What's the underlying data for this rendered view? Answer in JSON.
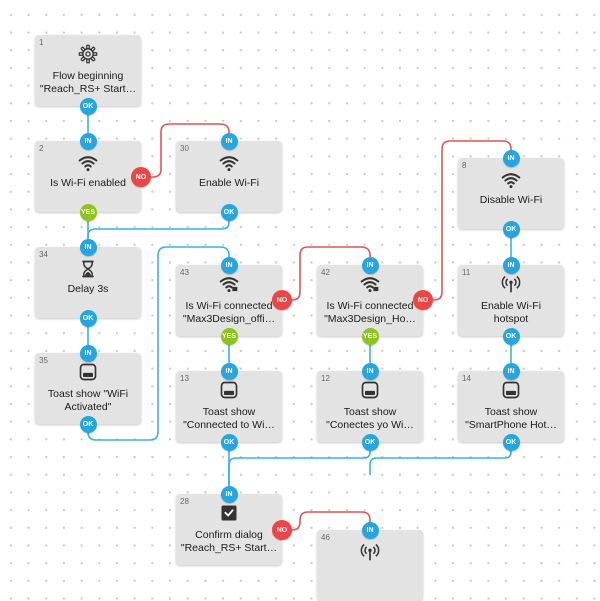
{
  "colors": {
    "port_blue": "#26a6df",
    "port_red": "#ef4444",
    "port_green": "#8cc51d",
    "wire_blue": "#36b3e6",
    "wire_red": "#e35454"
  },
  "nodes": [
    {
      "id": "n1",
      "num": "1",
      "icon": "gear-icon",
      "lines": [
        "Flow beginning",
        "\"Reach_RS+ Start…"
      ]
    },
    {
      "id": "n2",
      "num": "2",
      "icon": "wifi-icon",
      "lines": [
        "Is Wi-Fi enabled"
      ]
    },
    {
      "id": "n30",
      "num": "30",
      "icon": "wifi-icon",
      "lines": [
        "Enable Wi-Fi"
      ]
    },
    {
      "id": "n8",
      "num": "8",
      "icon": "wifi-icon",
      "lines": [
        "Disable Wi-Fi"
      ]
    },
    {
      "id": "n34",
      "num": "34",
      "icon": "hourglass-icon",
      "lines": [
        "Delay 3s"
      ]
    },
    {
      "id": "n43",
      "num": "43",
      "icon": "wifi-lock-icon",
      "lines": [
        "Is Wi-Fi connected",
        "\"Max3Design_offi…"
      ]
    },
    {
      "id": "n42",
      "num": "42",
      "icon": "wifi-lock-icon",
      "lines": [
        "Is Wi-Fi connected",
        "\"Max3Design_Ho…"
      ]
    },
    {
      "id": "n11",
      "num": "11",
      "icon": "hotspot-icon",
      "lines": [
        "Enable Wi-Fi",
        "hotspot"
      ]
    },
    {
      "id": "n35",
      "num": "35",
      "icon": "toast-icon",
      "lines": [
        "Toast show \"WiFi",
        "Activated\""
      ]
    },
    {
      "id": "n13",
      "num": "13",
      "icon": "toast-icon",
      "lines": [
        "Toast show",
        "\"Connected to Wi…"
      ]
    },
    {
      "id": "n12",
      "num": "12",
      "icon": "toast-icon",
      "lines": [
        "Toast show",
        "\"Conectes yo  Wi…"
      ]
    },
    {
      "id": "n14",
      "num": "14",
      "icon": "toast-icon",
      "lines": [
        "Toast show",
        "\"SmartPhone Hot…"
      ]
    },
    {
      "id": "n28",
      "num": "28",
      "icon": "dialog-icon",
      "lines": [
        "Confirm dialog",
        "\"Reach_RS+ Start…"
      ]
    },
    {
      "id": "n46",
      "num": "46",
      "icon": "hotspot-icon",
      "lines": []
    }
  ],
  "ports": {
    "in": "IN",
    "ok": "OK",
    "no": "NO",
    "yes": "YES"
  }
}
